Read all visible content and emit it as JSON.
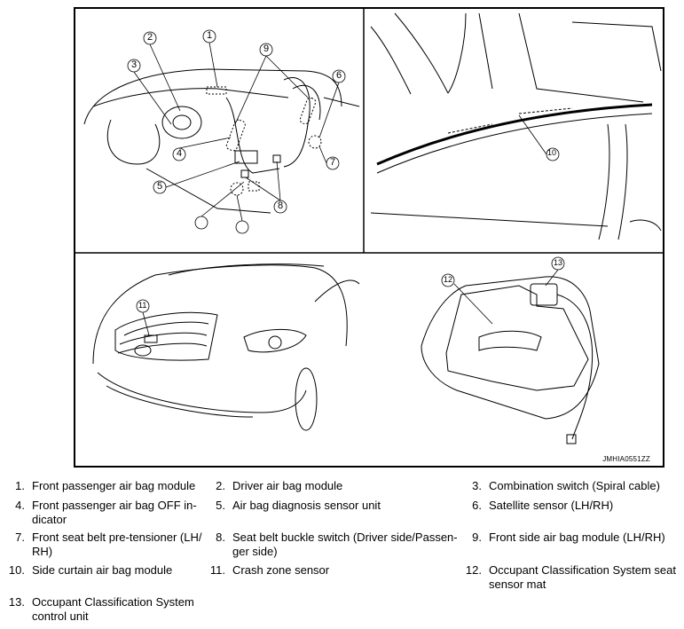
{
  "figure": {
    "image_id": "JMHIA0551ZZ",
    "callouts": [
      "1",
      "2",
      "3",
      "4",
      "5",
      "6",
      "7",
      "8",
      "9",
      "10",
      "11",
      "12",
      "13"
    ]
  },
  "legend": [
    {
      "num": "1.",
      "text": "Front passenger air bag module"
    },
    {
      "num": "2.",
      "text": "Driver air bag module"
    },
    {
      "num": "3.",
      "text": "Combination switch (Spiral cable)"
    },
    {
      "num": "4.",
      "text": "Front passenger air bag OFF in-\ndicator"
    },
    {
      "num": "5.",
      "text": "Air bag diagnosis sensor unit"
    },
    {
      "num": "6.",
      "text": "Satellite sensor (LH/RH)"
    },
    {
      "num": "7.",
      "text": "Front seat belt pre-tensioner (LH/\nRH)"
    },
    {
      "num": "8.",
      "text": "Seat belt buckle switch (Driver side/Passen-\nger side)"
    },
    {
      "num": "9.",
      "text": "Front side air bag module (LH/RH)"
    },
    {
      "num": "10.",
      "text": "Side curtain air bag module"
    },
    {
      "num": "11.",
      "text": "Crash zone sensor"
    },
    {
      "num": "12.",
      "text": "Occupant Classification System seat\nsensor mat"
    },
    {
      "num": "13.",
      "text": "Occupant Classification System\ncontrol unit"
    }
  ]
}
